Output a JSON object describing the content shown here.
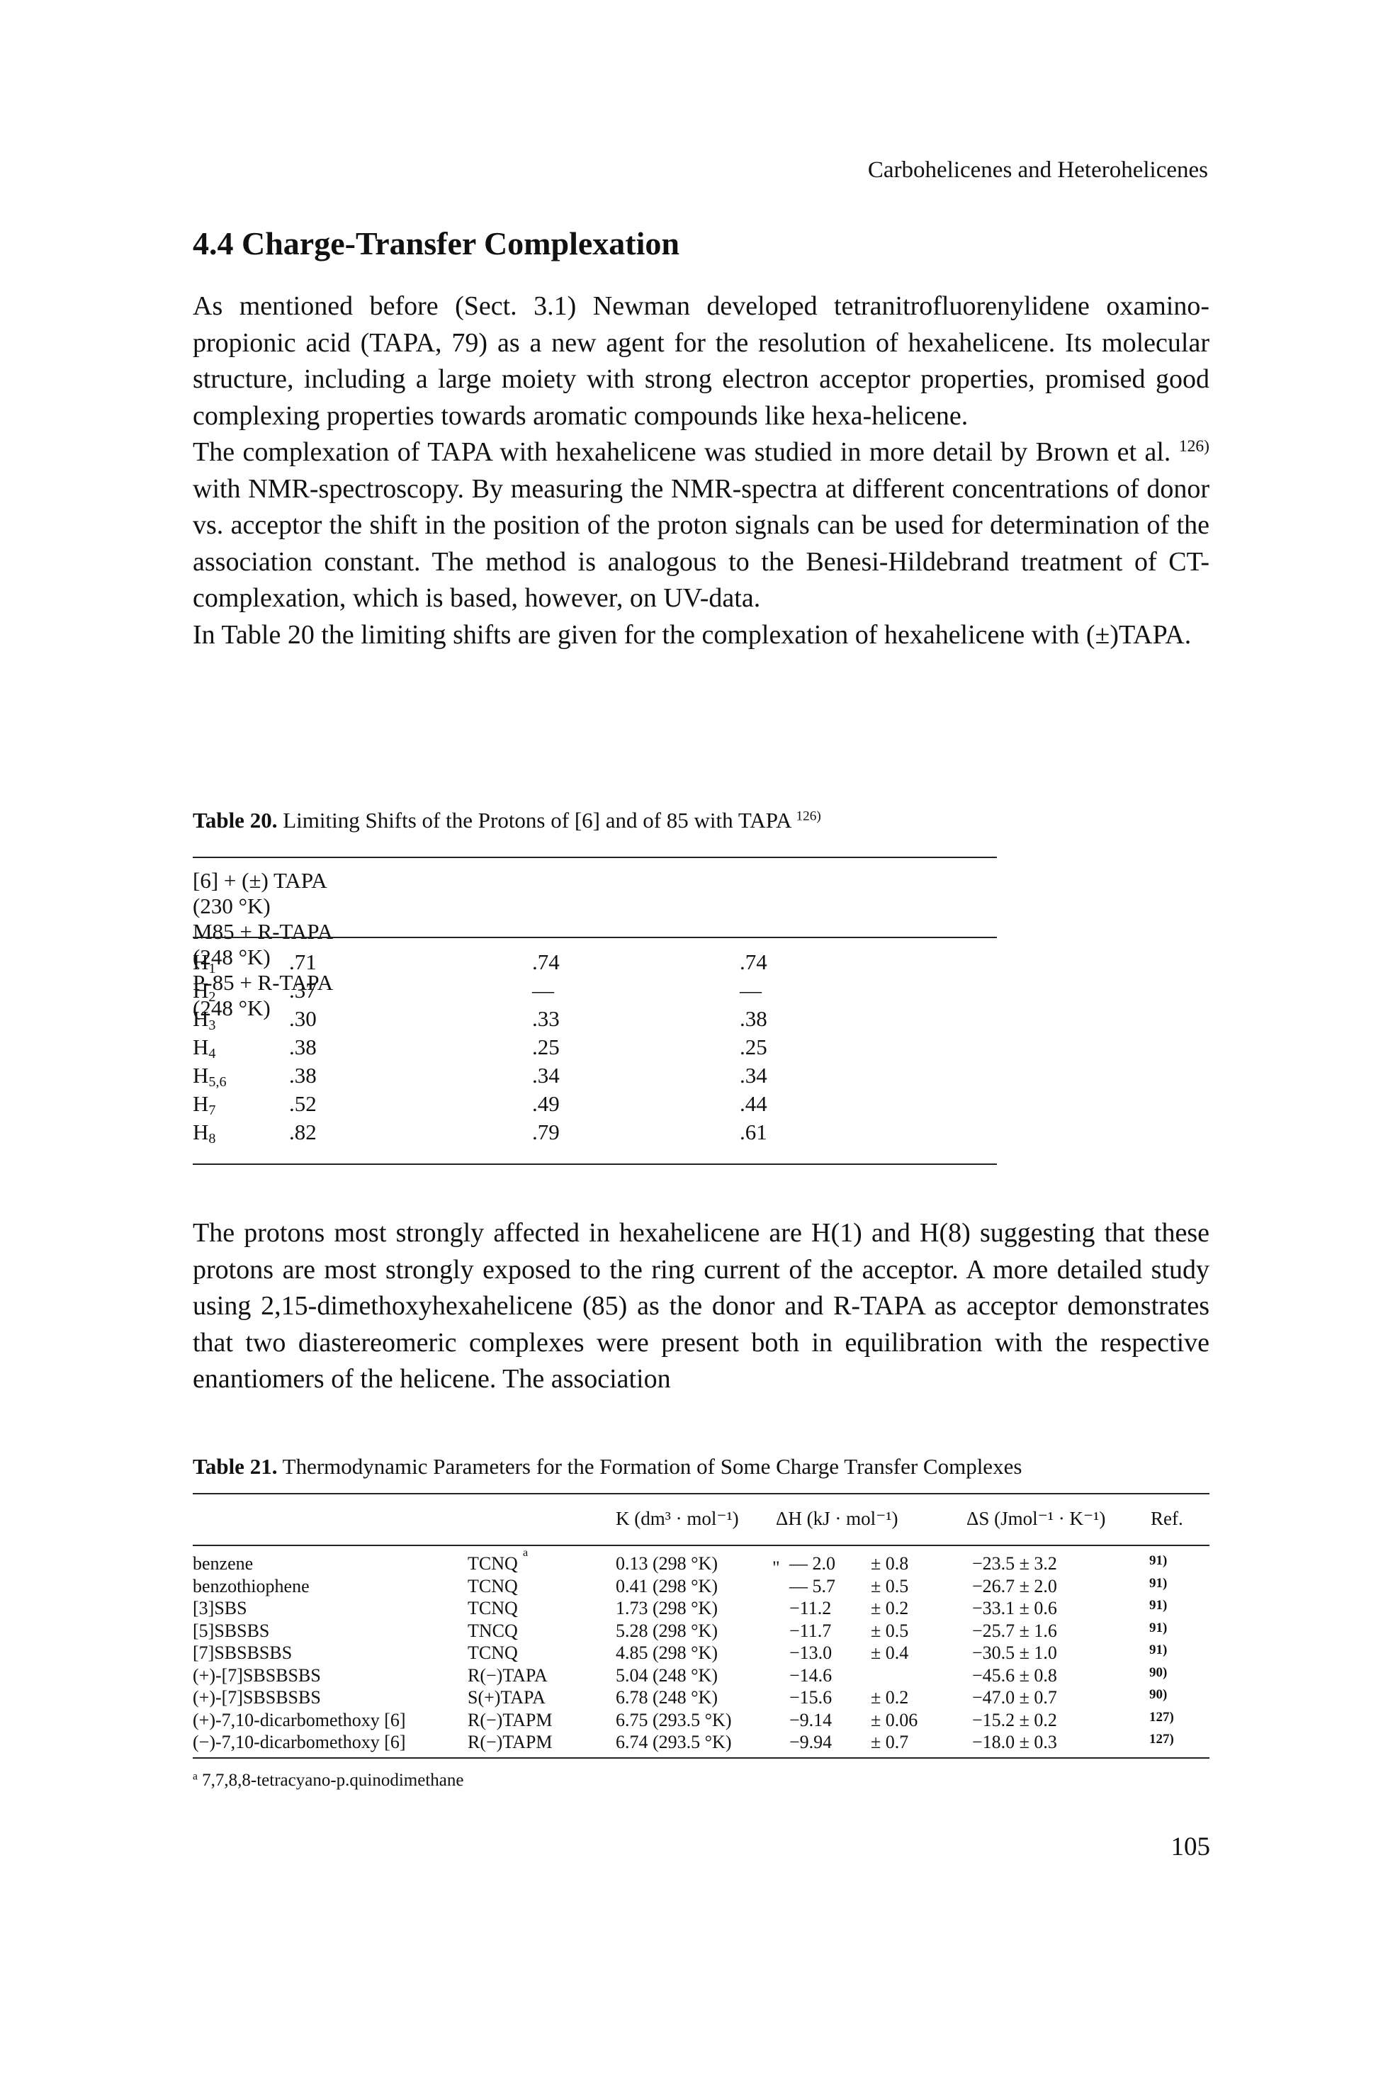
{
  "running_head": "Carbohelicenes and Heterohelicenes",
  "section_title": "4.4 Charge-Transfer Complexation",
  "paragraphs": [
    "As mentioned before (Sect. 3.1) Newman developed tetranitrofluorenylidene oxamino-propionic acid (TAPA, 79) as a new agent for the resolution of hexahelicene. Its molecular structure, including a large moiety with strong electron acceptor properties, promised good complexing properties towards aromatic compounds like hexa-helicene.",
    "The complexation of TAPA with hexahelicene was studied in more detail by Brown",
    "with NMR-spectroscopy. By measuring the NMR-spectra at different concentrations of donor vs. acceptor the shift in the position of the proton signals can be used for determination of the association constant. The method is analogous to the Benesi-Hildebrand treatment of CT-complexation, which is based, however, on UV-data.",
    "In Table 20 the limiting shifts are given for the complexation of hexahelicene with (±)TAPA."
  ],
  "para2_tail_prefix": "et al.",
  "para2_ref": "126)",
  "table20": {
    "label": "Table 20.",
    "caption": "Limiting Shifts of the Protons of [6] and of 85 with TAPA",
    "caption_ref": "126)",
    "headers": [
      [
        "[6] + (±) TAPA",
        "(230 °K)"
      ],
      [
        "M85 + R-TAPA",
        "(248 °K)"
      ],
      [
        "P-85 + R-TAPA",
        "(248 °K)"
      ]
    ],
    "rows": [
      {
        "h": "H",
        "sub": "1",
        "v": [
          ".71",
          ".74",
          ".74"
        ]
      },
      {
        "h": "H",
        "sub": "2",
        "v": [
          ".37",
          "—",
          "—"
        ]
      },
      {
        "h": "H",
        "sub": "3",
        "v": [
          ".30",
          ".33",
          ".38"
        ]
      },
      {
        "h": "H",
        "sub": "4",
        "v": [
          ".38",
          ".25",
          ".25"
        ]
      },
      {
        "h": "H",
        "sub": "5,6",
        "v": [
          ".38",
          ".34",
          ".34"
        ]
      },
      {
        "h": "H",
        "sub": "7",
        "v": [
          ".52",
          ".49",
          ".44"
        ]
      },
      {
        "h": "H",
        "sub": "8",
        "v": [
          ".82",
          ".79",
          ".61"
        ]
      }
    ]
  },
  "paragraph_after_table20": "The protons most strongly affected in hexahelicene are H(1) and H(8) suggesting that these protons are most strongly exposed to the ring current of the acceptor. A more detailed study using 2,15-dimethoxyhexahelicene (85) as the donor and R-TAPA as acceptor demonstrates that two diastereomeric complexes were present both in equilibration with the respective enantiomers of the helicene. The association",
  "table21": {
    "label": "Table 21.",
    "caption": "Thermodynamic Parameters for the Formation of Some Charge Transfer Complexes",
    "headers": [
      "K (dm³ · mol⁻¹)",
      "ΔH (kJ · mol⁻¹)",
      "ΔS (Jmol⁻¹ · K⁻¹)",
      "Ref."
    ],
    "rows": [
      {
        "donor": "benzene",
        "acceptor": "TCNQ",
        "acc_mark": "a",
        "k": "0.13 (298 °K)",
        "dh": "— 2.0",
        "dh_err": "± 0.8",
        "ds": "−23.5 ± 3.2",
        "ref": "91)"
      },
      {
        "donor": "benzothiophene",
        "acceptor": "TCNQ",
        "acc_mark": "",
        "k": "0.41 (298 °K)",
        "dh": "— 5.7",
        "dh_err": "± 0.5",
        "ds": "−26.7 ± 2.0",
        "ref": "91)"
      },
      {
        "donor": "[3]SBS",
        "acceptor": "TCNQ",
        "acc_mark": "",
        "k": "1.73 (298 °K)",
        "dh": "−11.2",
        "dh_err": "± 0.2",
        "ds": "−33.1 ± 0.6",
        "ref": "91)"
      },
      {
        "donor": "[5]SBSBS",
        "acceptor": "TNCQ",
        "acc_mark": "",
        "k": "5.28 (298 °K)",
        "dh": "−11.7",
        "dh_err": "± 0.5",
        "ds": "−25.7 ± 1.6",
        "ref": "91)"
      },
      {
        "donor": "[7]SBSBSBS",
        "acceptor": "TCNQ",
        "acc_mark": "",
        "k": "4.85 (298 °K)",
        "dh": "−13.0",
        "dh_err": "± 0.4",
        "ds": "−30.5 ± 1.0",
        "ref": "91)"
      },
      {
        "donor": "(+)-[7]SBSBSBS",
        "acceptor": "R(−)TAPA",
        "acc_mark": "",
        "k": "5.04 (248 °K)",
        "dh": "−14.6",
        "dh_err": "",
        "ds": "−45.6 ± 0.8",
        "ref": "90)"
      },
      {
        "donor": "(+)-[7]SBSBSBS",
        "acceptor": "S(+)TAPA",
        "acc_mark": "",
        "k": "6.78 (248 °K)",
        "dh": "−15.6",
        "dh_err": "± 0.2",
        "ds": "−47.0 ± 0.7",
        "ref": "90)"
      },
      {
        "donor": "(+)-7,10-dicarbomethoxy [6]",
        "acceptor": "R(−)TAPM",
        "acc_mark": "",
        "k": "6.75 (293.5 °K)",
        "dh": "−9.14",
        "dh_err": "± 0.06",
        "ds": "−15.2 ± 0.2",
        "ref": "127)"
      },
      {
        "donor": "(−)-7,10-dicarbomethoxy [6]",
        "acceptor": "R(−)TAPM",
        "acc_mark": "",
        "k": "6.74 (293.5 °K)",
        "dh": "−9.94",
        "dh_err": "± 0.7",
        "ds": "−18.0 ± 0.3",
        "ref": "127)"
      }
    ],
    "ditto_mark": "\""
  },
  "footnote_mark": "a",
  "footnote_text": "7,7,8,8-tetracyano-p.quinodimethane",
  "page_number": "105"
}
